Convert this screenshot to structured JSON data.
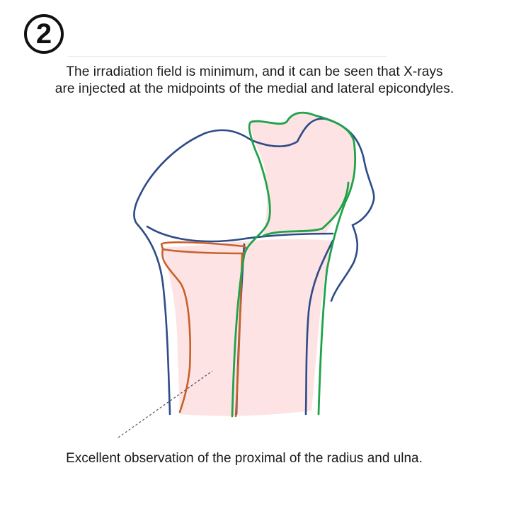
{
  "badge": {
    "label": "2"
  },
  "caption": {
    "line1": "The irradiation field is minimum, and it can be seen that X-rays",
    "line2": "are injected at the midpoints of the medial and lateral epicondyles."
  },
  "footnote": "Excellent observation of the proximal of the radius and ulna.",
  "colors": {
    "humerus_outline": "#2f4b88",
    "radius_outline": "#c9602a",
    "ulna_outline": "#1ea34a",
    "bone_fill": "#fde3e3",
    "leader_line": "#555555"
  }
}
